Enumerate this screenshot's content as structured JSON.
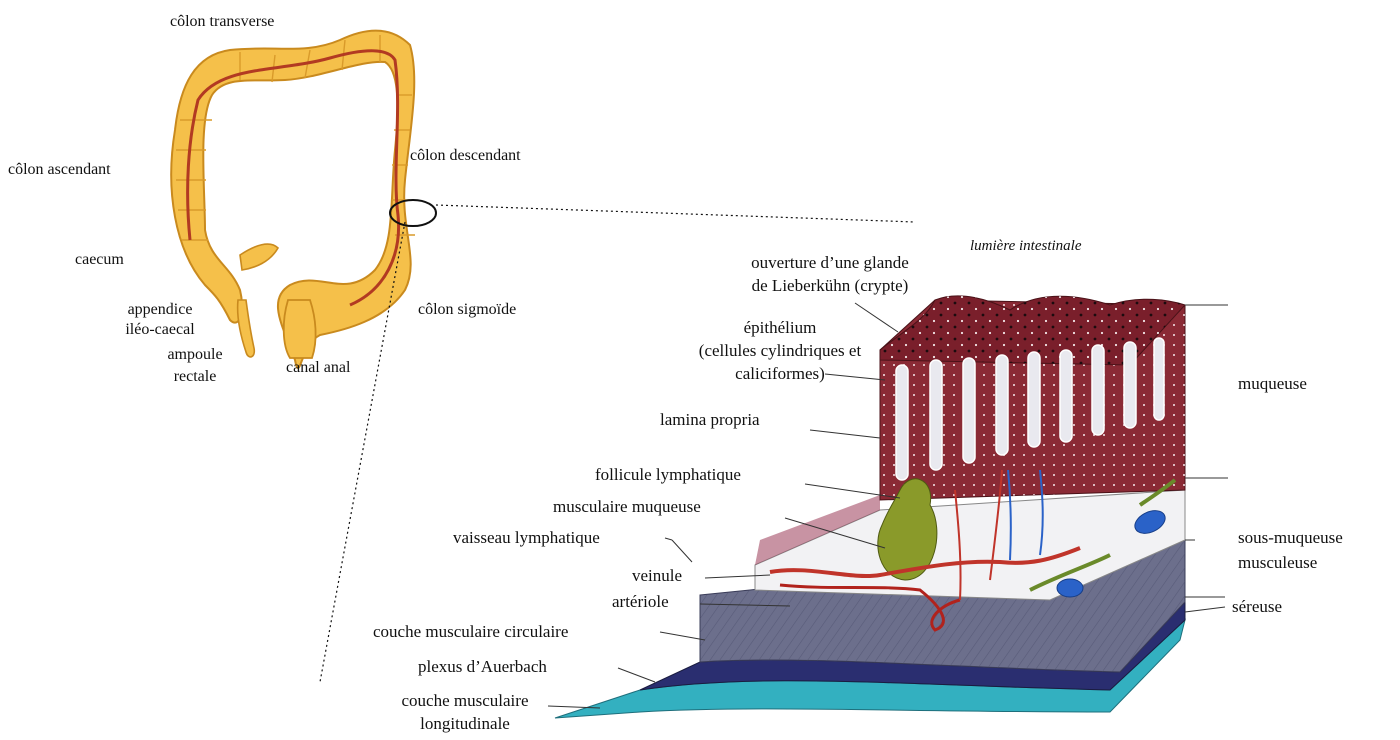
{
  "colon_labels": {
    "transverse": "côlon transverse",
    "ascending": "côlon ascendant",
    "descending": "côlon descendant",
    "caecum": "caecum",
    "appendix_line1": "appendice",
    "appendix_line2": "iléo-caecal",
    "rectal_line1": "ampoule",
    "rectal_line2": "rectale",
    "anal_canal": "canal anal",
    "sigmoid": "côlon sigmoïde"
  },
  "section_labels": {
    "lumen": "lumière intestinale",
    "gland_opening_line1": "ouverture d’une glande",
    "gland_opening_line2": "de Lieberkühn (crypte)",
    "epithelium_line1": "épithélium",
    "epithelium_line2": "(cellules cylindriques et",
    "epithelium_line3": "caliciformes)",
    "lamina_propria": "lamina propria",
    "lymph_follicle": "follicule lymphatique",
    "muscularis_mucosae": "musculaire muqueuse",
    "lymph_vessel": "vaisseau lymphatique",
    "venule": "veinule",
    "arteriole": "artériole",
    "circular_muscle": "couche musculaire circulaire",
    "auerbach_plexus": "plexus d’Auerbach",
    "longitudinal_line1": "couche musculaire",
    "longitudinal_line2": "longitudinale"
  },
  "layer_labels": {
    "mucosa": "muqueuse",
    "submucosa": "sous-muqueuse",
    "muscularis": "musculeuse",
    "serosa": "séreuse"
  },
  "colors": {
    "colon_fill": "#f5c04a",
    "colon_stroke": "#c98a1e",
    "mucosa": "#8a2a35",
    "submucosa": "#f2f2f4",
    "muscular_layer": "#6c6f8c",
    "serosa": "#33b0c0",
    "follicle": "#8a9a2a",
    "vessel_red": "#c0342a",
    "vessel_blue": "#2a62c8"
  }
}
